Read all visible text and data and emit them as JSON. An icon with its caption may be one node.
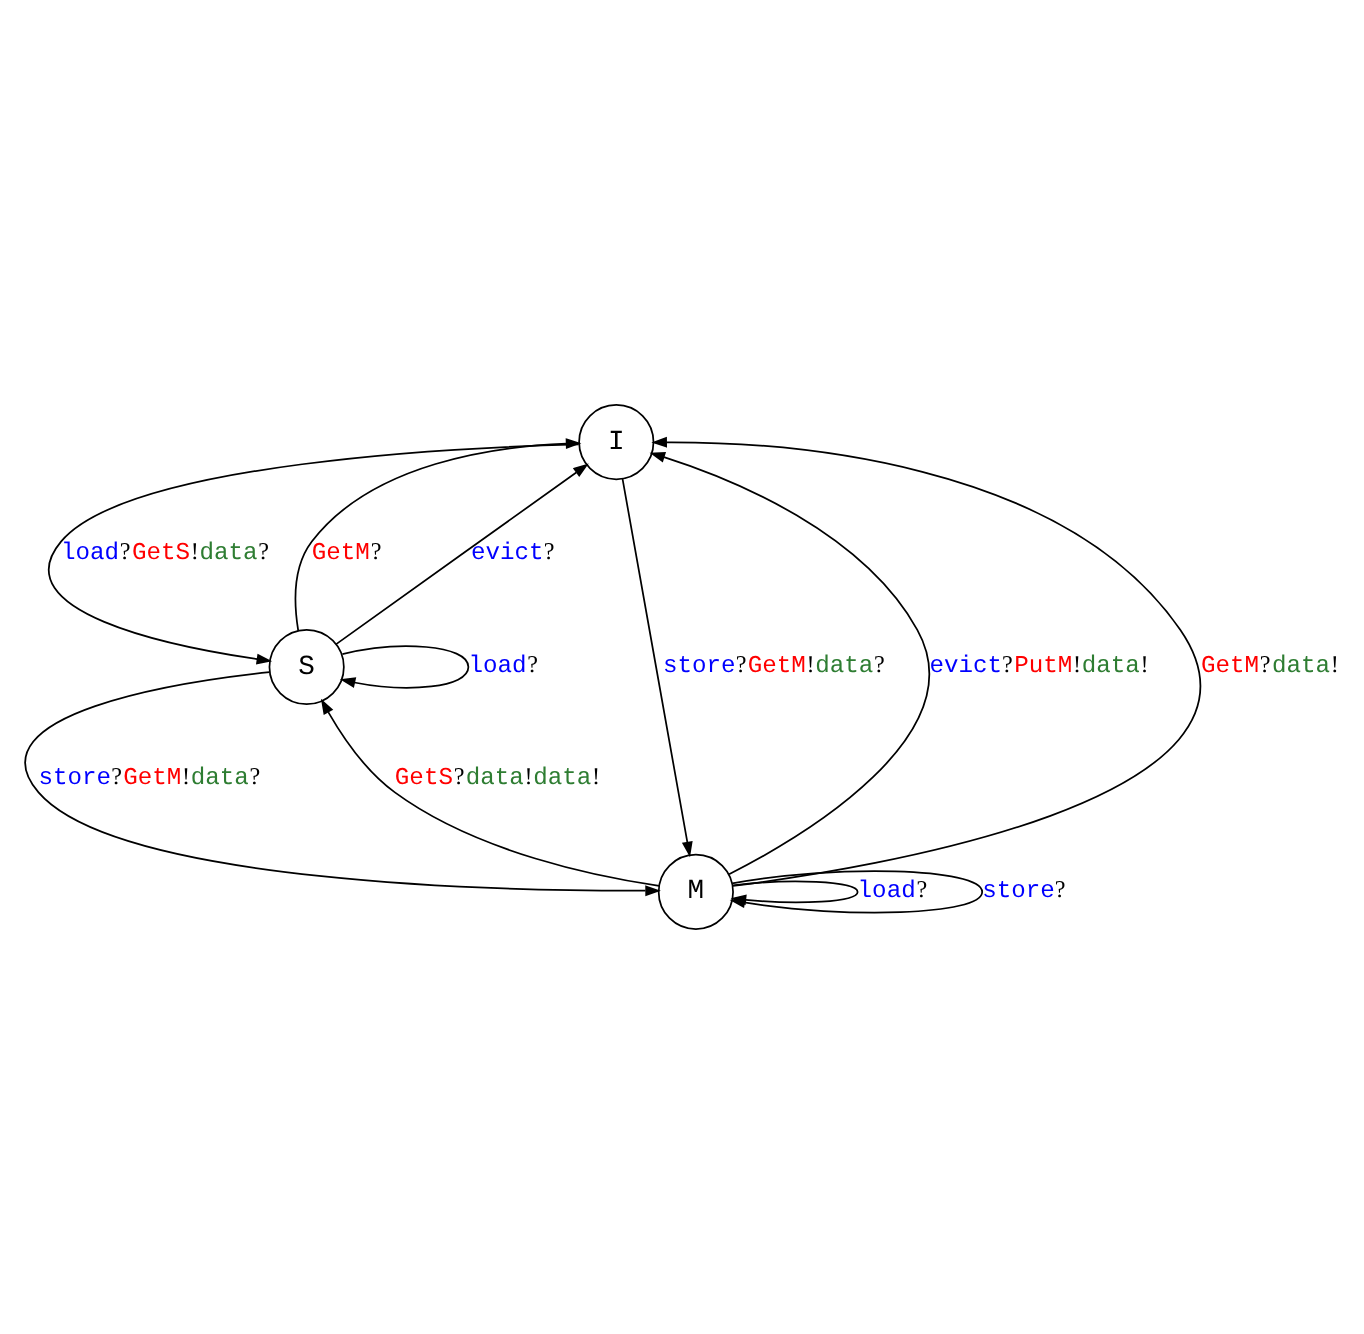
{
  "diagram": {
    "nodes": [
      {
        "text": [
          "I"
        ]
      },
      {
        "text": [
          "S"
        ]
      },
      {
        "text": [
          "M"
        ]
      }
    ],
    "edges": [
      {
        "from": 1,
        "to": 0,
        "arrow": "to",
        "label": "GetM?"
      },
      {
        "from": 0,
        "to": 1,
        "arrow": "to",
        "label": "load?GetS!data?"
      },
      {
        "from": 1,
        "to": 1,
        "arrow": "to",
        "label": "load?"
      },
      {
        "from": 1,
        "to": 0,
        "arrow": "to",
        "label": "evict?"
      },
      {
        "from": 0,
        "to": 2,
        "arrow": "to",
        "label": "store?GetM!data?"
      },
      {
        "from": 2,
        "to": 0,
        "arrow": "to",
        "label": "evict?PutM!data!"
      },
      {
        "from": 2,
        "to": 0,
        "arrow": "to",
        "label": "GetM?data!"
      },
      {
        "from": 1,
        "to": 2,
        "arrow": "to",
        "label": "store?GetM!data?"
      },
      {
        "from": 2,
        "to": 1,
        "arrow": "to",
        "label": "GetS?data!data!"
      },
      {
        "from": 2,
        "to": 2,
        "arrow": "to",
        "label": "load?"
      },
      {
        "from": 2,
        "to": 2,
        "arrow": "to",
        "label": "store?"
      }
    ]
  }
}
